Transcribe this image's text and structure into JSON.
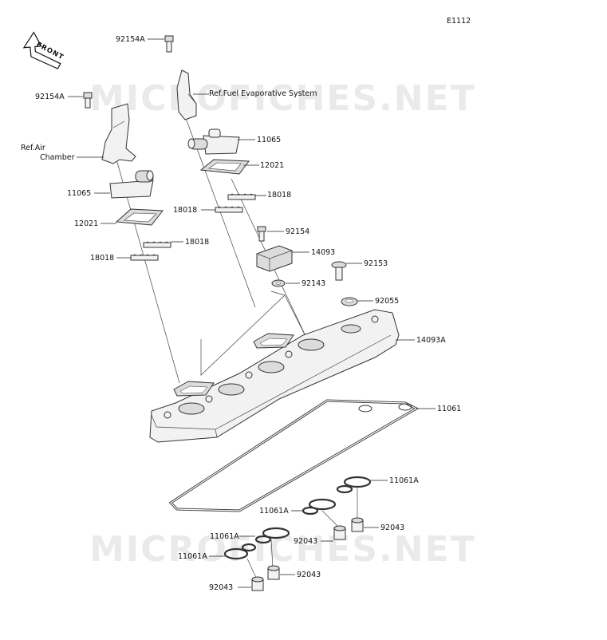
{
  "diagram_id": "E1112",
  "watermark": "MICROFICHES.NET",
  "front_label": "FRONT",
  "labels": {
    "bolt_top": "92154A",
    "bolt_left": "92154A",
    "ref_fuel": "Ref.Fuel Evaporative System",
    "ref_air_1": "Ref.Air",
    "ref_air_2": "Chamber",
    "valve_right": "11065",
    "valve_left": "11065",
    "gasket_right": "12021",
    "gasket_left": "12021",
    "clip_right_a": "18018",
    "clip_right_b": "18018",
    "clip_left_a": "18018",
    "clip_left_b": "18018",
    "bolt_mid": "92154",
    "bracket": "14093",
    "bolt_cover": "92153",
    "washer_small": "92143",
    "grommet": "92055",
    "cover": "14093A",
    "gasket_cover": "11061",
    "oring_1": "11061A",
    "oring_2": "11061A",
    "oring_3": "11061A",
    "oring_4": "11061A",
    "dowel_1": "92043",
    "dowel_2": "92043",
    "dowel_3": "92043",
    "dowel_4": "92043"
  }
}
